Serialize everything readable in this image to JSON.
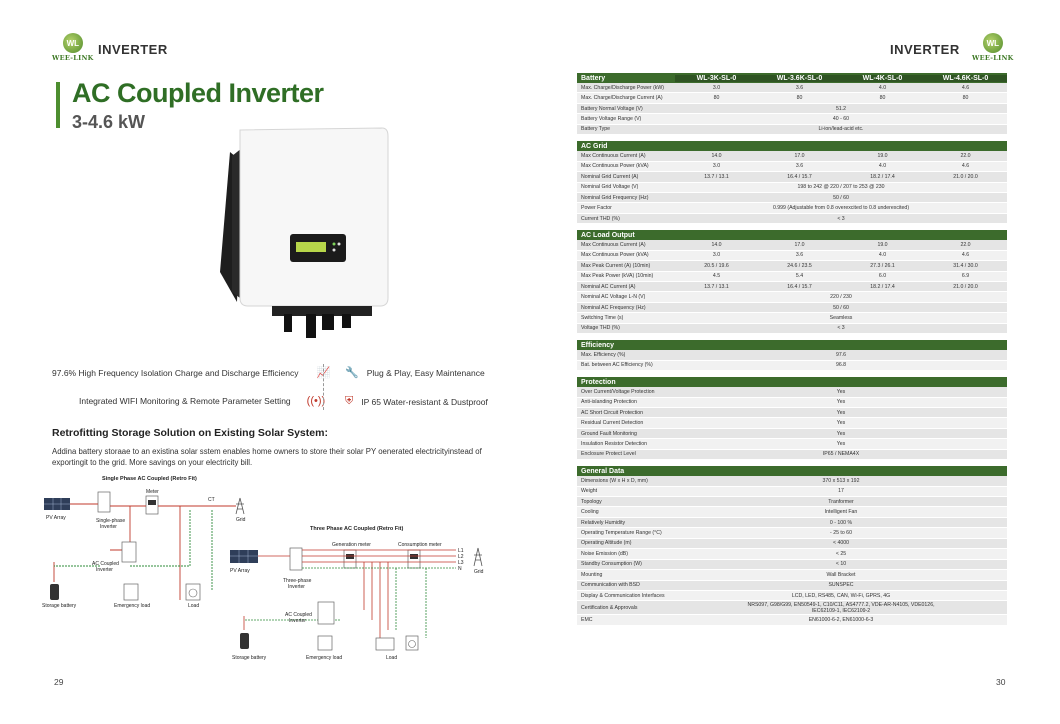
{
  "left_page": {
    "brand": "WEE-LINK",
    "header": "INVERTER",
    "title": "AC Coupled Inverter",
    "subtitle": "3-4.6 kW",
    "features": [
      {
        "icon": "chart-icon",
        "text": "97.6% High Frequency Isolation Charge and Discharge Efficiency"
      },
      {
        "icon": "wrench-icon",
        "text": "Plug & Play, Easy Maintenance"
      },
      {
        "icon": "wifi-icon",
        "text": "Integrated WIFI Monitoring & Remote Parameter Setting"
      },
      {
        "icon": "shield-icon",
        "text": "IP 65 Water-resistant & Dustproof"
      }
    ],
    "retro_title": "Retrofitting Storage Solution on Existing Solar System:",
    "retro_body": "Addina battery storaae to an existina solar sstem enables home owners to store their solar PY oenerated electricityinstead of exportingit to the grid. More savings on your electricity bill.",
    "diagram1": {
      "title": "Single Phase AC Coupled (Retro Fit)",
      "labels": {
        "pv": "PV Array",
        "inv1a": "Single-phase",
        "inv1b": "Inverter",
        "meter": "Meter",
        "ct": "CT",
        "grid": "Grid",
        "acinva": "AC Coupled",
        "acinvb": "Inverter",
        "battery": "Storage battery",
        "emergency": "Emergency load",
        "load": "Load"
      }
    },
    "diagram2": {
      "title": "Three Phase AC Coupled (Retro Fit)",
      "labels": {
        "pv": "PV Array",
        "inv1a": "Three-phase",
        "inv1b": "Inverter",
        "gen_meter": "Generation meter",
        "cons_meter": "Consumption meter",
        "grid": "Grid",
        "acinva": "AC Coupled",
        "acinvb": "Inverter",
        "battery": "Storage battery",
        "emergency": "Emergency load",
        "load": "Load",
        "l1": "L1",
        "l2": "L2",
        "l3": "L3",
        "n": "N"
      }
    },
    "page_number": "29"
  },
  "right_page": {
    "brand": "WEE-LINK",
    "header": "INVERTER",
    "page_number": "30",
    "models": [
      "WL-3K-SL-0",
      "WL-3.6K-SL-0",
      "WL-4K-SL-0",
      "WL-4.6K-SL-0"
    ],
    "sections": [
      {
        "name": "Battery",
        "rows": [
          {
            "label": "Max. Charge/Discharge Power (kW)",
            "values": [
              "3.0",
              "3.6",
              "4.0",
              "4.6"
            ]
          },
          {
            "label": "Max. Charge/Discharge Current (A)",
            "values": [
              "80",
              "80",
              "80",
              "80"
            ]
          },
          {
            "label": "Battery Normal Voltage (V)",
            "span": "51.2"
          },
          {
            "label": "Battery Voltage Range (V)",
            "span": "40 - 60"
          },
          {
            "label": "Battery Type",
            "span": "Li-ion/lead-acid etc."
          }
        ]
      },
      {
        "name": "AC Grid",
        "rows": [
          {
            "label": "Max Continuous Current (A)",
            "values": [
              "14.0",
              "17.0",
              "19.0",
              "22.0"
            ]
          },
          {
            "label": "Max Continuous Power (kVA)",
            "values": [
              "3.0",
              "3.6",
              "4.0",
              "4.6"
            ]
          },
          {
            "label": "Nominal Grid Current (A)",
            "values": [
              "13.7 / 13.1",
              "16.4 / 15.7",
              "18.2 / 17.4",
              "21.0 / 20.0"
            ]
          },
          {
            "label": "Nominal Grid Voltage (V)",
            "span": "198 to 242 @ 220  /  207 to 253 @ 230"
          },
          {
            "label": "Nominal Grid Frequency (Hz)",
            "span": "50 / 60"
          },
          {
            "label": "Power Factor",
            "span": "0.999 (Adjustable from 0.8 overexcited to 0.8 underexcited)"
          },
          {
            "label": "Current THD (%)",
            "span": "< 3"
          }
        ]
      },
      {
        "name": "AC Load Output",
        "rows": [
          {
            "label": "Max Continuous Current (A)",
            "values": [
              "14.0",
              "17.0",
              "19.0",
              "22.0"
            ]
          },
          {
            "label": "Max Continuous Power (kVA)",
            "values": [
              "3.0",
              "3.6",
              "4.0",
              "4.6"
            ]
          },
          {
            "label": "Max Peak Current (A) (10min)",
            "values": [
              "20.5 / 19.6",
              "24.6 / 23.5",
              "27.3 / 26.1",
              "31.4 / 30.0"
            ]
          },
          {
            "label": "Max Peak Power (kVA) (10min)",
            "values": [
              "4.5",
              "5.4",
              "6.0",
              "6.9"
            ]
          },
          {
            "label": "Nominal AC Current (A)",
            "values": [
              "13.7 / 13.1",
              "16.4 / 15.7",
              "18.2 / 17.4",
              "21.0 / 20.0"
            ]
          },
          {
            "label": "Nominal AC Voltage L-N (V)",
            "span": "220  /  230"
          },
          {
            "label": "Nominal AC Frequency (Hz)",
            "span": "50 / 60"
          },
          {
            "label": "Switching Time (s)",
            "span": "Seamless"
          },
          {
            "label": "Voltage THD (%)",
            "span": "< 3"
          }
        ]
      },
      {
        "name": "Efficiency",
        "rows": [
          {
            "label": "Max. Efficiency (%)",
            "span": "97.6"
          },
          {
            "label": "Bat. between  AC Efficiency (%)",
            "span": "96.8"
          }
        ]
      },
      {
        "name": "Protection",
        "rows": [
          {
            "label": "Over Current/Voltage Protection",
            "span": "Yes"
          },
          {
            "label": "Anti-islanding Protection",
            "span": "Yes"
          },
          {
            "label": "AC Short Circuit Protection",
            "span": "Yes"
          },
          {
            "label": "Residual Current Detection",
            "span": "Yes"
          },
          {
            "label": "Ground Fault Monitoring",
            "span": "Yes"
          },
          {
            "label": "Insulation Resistor Detection",
            "span": "Yes"
          },
          {
            "label": "Enclosure Protect Level",
            "span": "IP65 / NEMA4X"
          }
        ]
      },
      {
        "name": "General Data",
        "rows": [
          {
            "label": "Dimensions (W x H x D, mm)",
            "span": "370 x 513 x 192"
          },
          {
            "label": "Weight",
            "span": "17"
          },
          {
            "label": "Topology",
            "span": "Tranformer"
          },
          {
            "label": "Cooling",
            "span": "Intelligent Fan"
          },
          {
            "label": "Relatively Humidity",
            "span": "0 - 100 %"
          },
          {
            "label": "Operating Temperature Range (°C)",
            "span": "- 25 to 60"
          },
          {
            "label": "Operating Altitude (m)",
            "span": "< 4000"
          },
          {
            "label": "Noise Emission (dB)",
            "span": "< 25"
          },
          {
            "label": "Standby Consumption (W)",
            "span": "< 10"
          },
          {
            "label": "Mounting",
            "span": "Wall Bracket"
          },
          {
            "label": "Communication with BSD",
            "span": "SUNSPEC"
          },
          {
            "label": "Display & Communication Interfaces",
            "span": "LCD, LED, RS485, CAN, Wi-Fi, GPRS, 4G"
          },
          {
            "label": "Certification & Approvals",
            "span": "NRS097, G98/G99, EN50549-1, C10/C11, AS4777.2, VDE-AR-N4105, VDE0126,\nIEC62109-1, IEC62109-2",
            "tall": true
          },
          {
            "label": "EMC",
            "span": "EN61000-6-2, EN61000-6-3"
          }
        ]
      }
    ]
  },
  "colors": {
    "brand_green": "#3c6b2c",
    "title_green": "#2f6e25",
    "accent_red": "#c0392b"
  }
}
